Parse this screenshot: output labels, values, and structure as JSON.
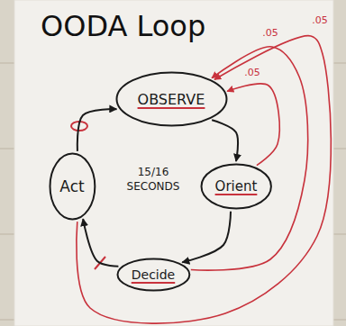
{
  "diagram": {
    "title": "OODA Loop",
    "nodes": [
      {
        "text": [
          "OBSERVE"
        ]
      },
      {
        "text": [
          "Orient"
        ]
      },
      {
        "text": [
          "Decide"
        ]
      },
      {
        "text": [
          "Act"
        ]
      }
    ],
    "edges": [
      {
        "from": 0,
        "to": 1,
        "arrow": "to"
      },
      {
        "from": 1,
        "to": 2,
        "arrow": "to"
      },
      {
        "from": 2,
        "to": 3,
        "arrow": "to"
      },
      {
        "from": 3,
        "to": 0,
        "arrow": "to"
      },
      {
        "from": 1,
        "to": 0,
        "arrow": "to",
        "label": ".05"
      },
      {
        "from": 2,
        "to": 0,
        "arrow": "to",
        "label": ".05"
      },
      {
        "from": 3,
        "to": 0,
        "arrow": "to",
        "label": ".05"
      }
    ],
    "labels": [
      "15/16 SECONDS"
    ]
  }
}
